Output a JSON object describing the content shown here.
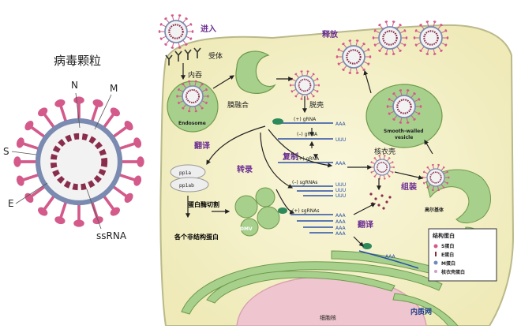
{
  "virion": {
    "title": "病毒颗粒",
    "label_n": "N",
    "label_m": "M",
    "label_s": "S",
    "label_e": "E",
    "label_ssrna": "ssRNA"
  },
  "cell": {
    "entry": "进入",
    "release": "释放",
    "receptor": "受体",
    "endocytosis": "内吞",
    "endosome": "Endosome",
    "membrane_fusion": "膜融合",
    "uncoating": "脱壳",
    "translate_1": "翻译",
    "transcribe": "转录",
    "replicate": "复制",
    "capsid": "核衣壳",
    "assemble": "组装",
    "golgi": "高尔基体",
    "translate_2": "翻译",
    "smooth_vesicle_1": "Smooth-walled",
    "smooth_vesicle_2": "vesicle",
    "pp1a": "pp1a",
    "pp1ab": "pp1ab",
    "cleavage": "蛋白酶切割",
    "nonstructural": "各个非结构蛋白",
    "dmv": "DMV",
    "nucleus": "细胞核",
    "er": "内质网",
    "grna_plus_1": "(+) gRNA",
    "grna_minus": "(–) gRNA",
    "grna_plus_2": "(+) gRNA",
    "sgrna_minus": "(–) sgRNAs",
    "sgrna_plus": "(+) sgRNAs",
    "aaa": "AAA",
    "uuu": "UUU"
  },
  "legend": {
    "title": "结构蛋白",
    "s": "S蛋白",
    "e": "E蛋白",
    "m": "M蛋白",
    "n": "核衣壳蛋白"
  },
  "colors": {
    "cell_fill": "#f6f3cf",
    "cell_stroke": "#b9b98a",
    "organelle": "#a8d08d",
    "organelle_dark": "#6f9a4a",
    "spike": "#d35a8a",
    "rna": "#2a4fa8",
    "label_purple": "#6a2c91",
    "nucleus": "#efc6cf"
  }
}
